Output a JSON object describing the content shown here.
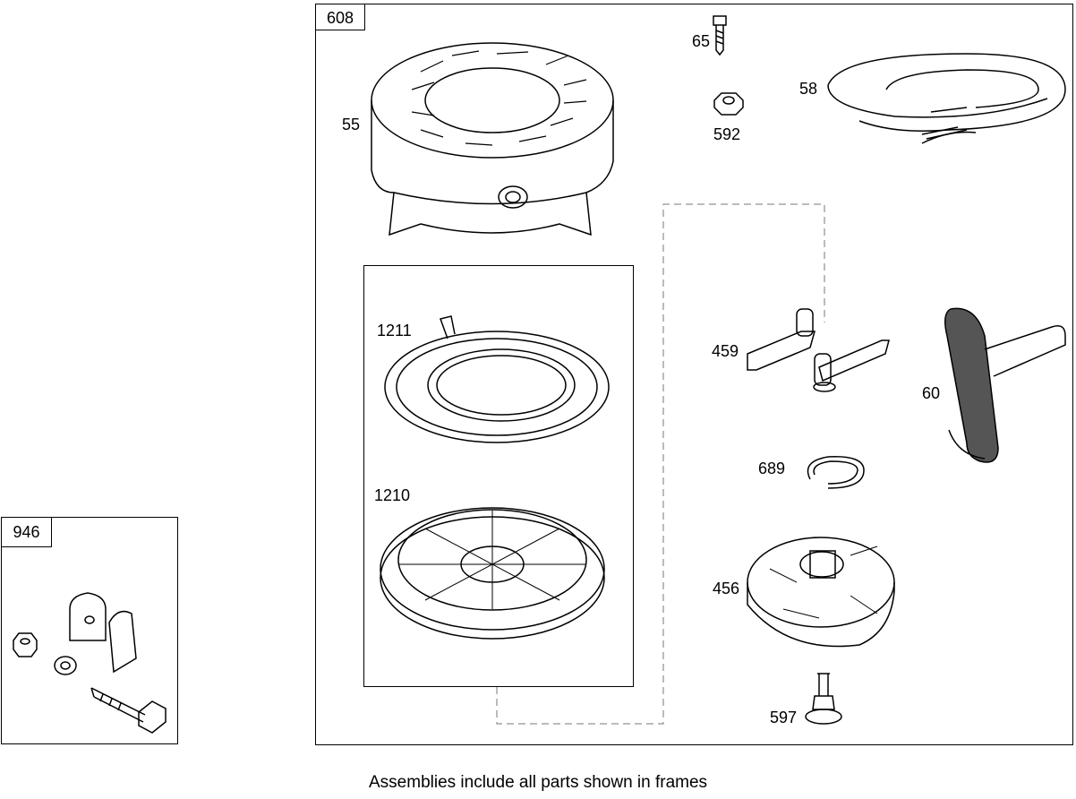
{
  "frames": {
    "main": "608",
    "kit": "946"
  },
  "parts": {
    "p65": "65",
    "p592": "592",
    "p58": "58",
    "p55": "55",
    "p1211": "1211",
    "p1210": "1210",
    "p459": "459",
    "p60": "60",
    "p689": "689",
    "p456": "456",
    "p597": "597"
  },
  "caption": "Assemblies include all parts shown in frames"
}
